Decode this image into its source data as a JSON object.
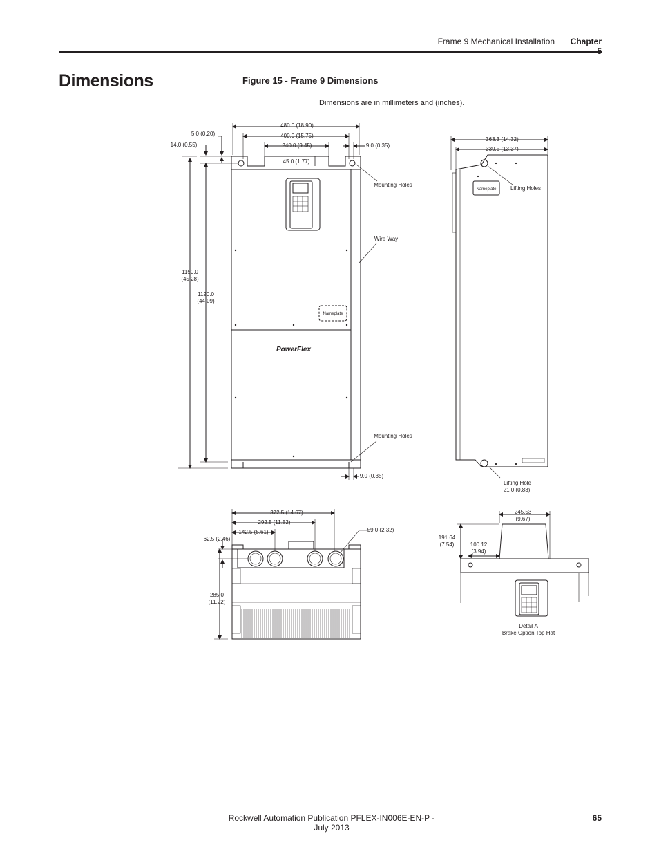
{
  "header": {
    "section": "Frame 9 Mechanical Installation",
    "chapter": "Chapter 5"
  },
  "title": "Dimensions",
  "figure": {
    "caption": "Figure 15 - Frame 9 Dimensions",
    "note": "Dimensions are in millimeters and (inches).",
    "front": {
      "w480": "480.0 (18.90)",
      "w400": "400.0 (15.75)",
      "w240": "240.0 (9.45)",
      "d9a": "9.0 (0.35)",
      "d5": "5.0 (0.20)",
      "d14": "14.0 (0.55)",
      "d45": "45.0 (1.77)",
      "h1150a": "1150.0",
      "h1150b": "(45.28)",
      "h1120a": "1120.0",
      "h1120b": "(44.09)",
      "d9b": "9.0 (0.35)",
      "mount1": "Mounting Holes",
      "wireway": "Wire Way",
      "nameplate": "Nameplate",
      "mount2": "Mounting Holes",
      "logo": "PowerFlex"
    },
    "side": {
      "d363": "363.3 (14.32)",
      "d339": "339.5 (13.37)",
      "nameplate": "Nameplate",
      "lifting_holes": "Lifting Holes",
      "lifting_hole": "Lifting Hole",
      "lifting_size": "21.0 (0.83)"
    },
    "bottom": {
      "d372": "372.5 (14.67)",
      "d292": "292.5 (11.52)",
      "d142": "142.5 (5.61)",
      "d62": "62.5 (2.46)",
      "d59": "59.0 (2.32)",
      "h285a": "285.0",
      "h285b": "(11.22)"
    },
    "detail": {
      "d245a": "245.53",
      "d245b": "(9.67)",
      "d191a": "191.64",
      "d191b": "(7.54)",
      "d100a": "100.12",
      "d100b": "(3.94)",
      "label1": "Detail A",
      "label2": "Brake Option Top Hat"
    }
  },
  "footer": {
    "publication": "Rockwell Automation Publication PFLEX-IN006E-EN-P - July 2013",
    "page": "65"
  }
}
